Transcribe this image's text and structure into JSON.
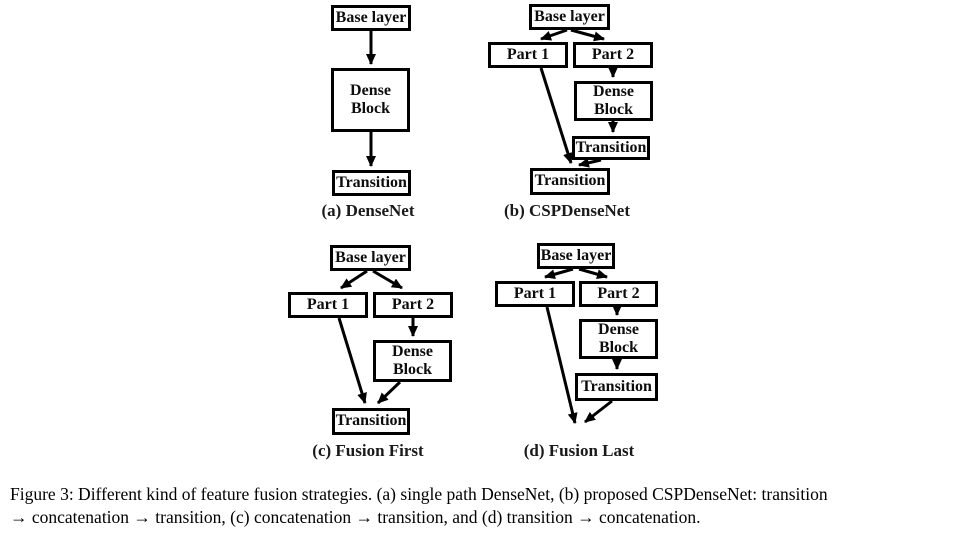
{
  "figure": {
    "caption": {
      "line1": "Figure 3: Different kind of feature fusion strategies. (a) single path DenseNet, (b) proposed CSPDenseNet: transition",
      "line2": "→ concatenation → transition, (c) concatenation → transition, and (d) transition → concatenation."
    }
  },
  "diagrams": {
    "a": {
      "caption": "(a) DenseNet",
      "boxes": {
        "base": "Base layer",
        "dense": "Dense Block",
        "transition": "Transition"
      }
    },
    "b": {
      "caption": "(b) CSPDenseNet",
      "boxes": {
        "base": "Base layer",
        "part1": "Part 1",
        "part2": "Part 2",
        "dense": "Dense Block",
        "transition1": "Transition",
        "transition2": "Transition"
      }
    },
    "c": {
      "caption": "(c) Fusion First",
      "boxes": {
        "base": "Base layer",
        "part1": "Part 1",
        "part2": "Part 2",
        "dense": "Dense Block",
        "transition": "Transition"
      }
    },
    "d": {
      "caption": "(d) Fusion Last",
      "boxes": {
        "base": "Base layer",
        "part1": "Part 1",
        "part2": "Part 2",
        "dense": "Dense Block",
        "transition": "Transition"
      }
    }
  },
  "colors": {
    "ink": "#000000",
    "background": "#ffffff"
  }
}
